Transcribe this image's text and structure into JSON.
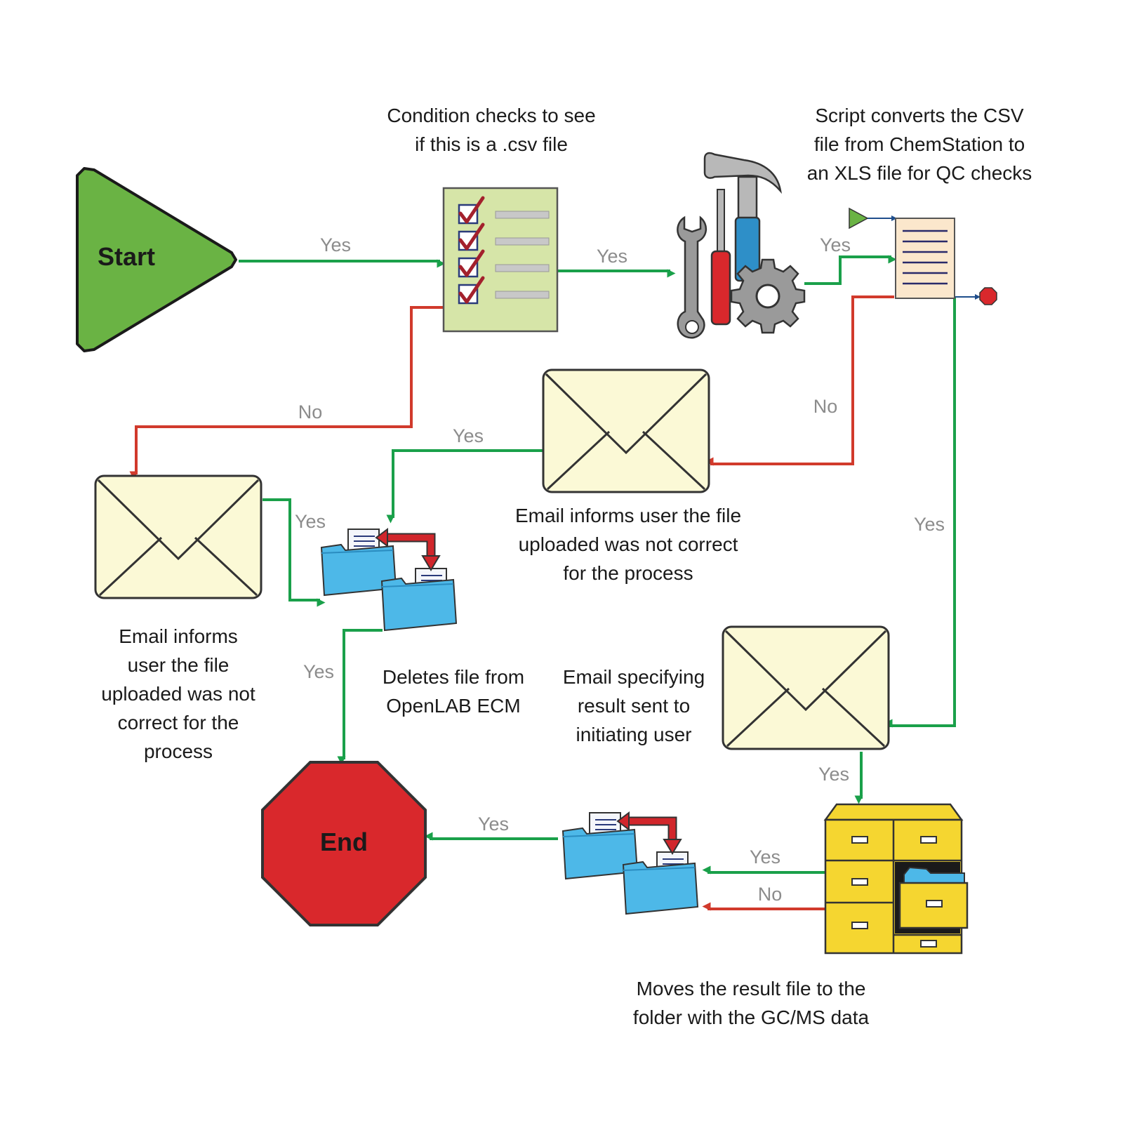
{
  "nodes": {
    "start": "Start",
    "end": "End"
  },
  "captions": {
    "condition": [
      "Condition checks to see",
      "if this is a .csv file"
    ],
    "script": [
      "Script converts the CSV",
      "file from ChemStation to",
      "an XLS file for QC checks"
    ],
    "email_mid": [
      "Email informs user the file",
      "uploaded was not correct",
      "for the process"
    ],
    "email_left": [
      "Email informs",
      "user the file",
      "uploaded was not",
      "correct for the",
      "process"
    ],
    "delete": [
      "Deletes file from",
      "OpenLAB ECM"
    ],
    "email_result": [
      "Email specifying",
      "result sent to",
      "initiating user"
    ],
    "move": [
      "Moves the result file to the",
      "folder with the GC/MS data"
    ]
  },
  "edge_labels": {
    "start_to_check": "Yes",
    "check_to_tools": "Yes",
    "tools_to_doc": "Yes",
    "check_no": "No",
    "doc_no": "No",
    "mid_email_yes": "Yes",
    "left_email_yes": "Yes",
    "doc_yes": "Yes",
    "folder_to_end": "Yes",
    "result_email_yes": "Yes",
    "cabinet_yes": "Yes",
    "cabinet_no": "No",
    "move_to_end": "Yes"
  },
  "colors": {
    "yes_edge": "#1aa04a",
    "no_edge": "#d13a2c",
    "start_fill": "#6ab344",
    "end_fill": "#d9282c",
    "envelope_fill": "#fbf9d6",
    "checklist_fill": "#d6e5a8",
    "folder_fill": "#4db8e8",
    "cabinet_fill": "#f5d630"
  },
  "icons": {
    "checklist": "checklist-icon",
    "tools": "tools-icon",
    "document": "document-icon",
    "envelope": "envelope-icon",
    "folders": "folder-transfer-icon",
    "cabinet": "file-cabinet-icon"
  }
}
